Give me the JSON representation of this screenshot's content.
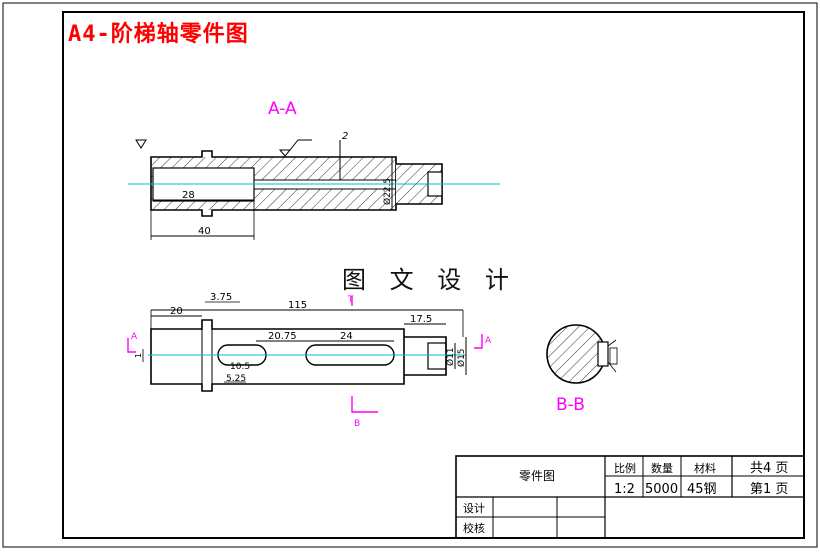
{
  "title": "A4-阶梯轴零件图",
  "watermark": "图 文 设 计",
  "views": {
    "section_aa": "A-A",
    "section_bb": "B-B",
    "cut_a": "A",
    "cut_b": "B"
  },
  "dimensions": {
    "d_28": "28",
    "d_40": "40",
    "d_phi225": "Ø22.5",
    "d_2": "2",
    "d_20": "20",
    "d_375": "3.75",
    "d_115": "115",
    "d_175": "17.5",
    "d_2075": "20.75",
    "d_24": "24",
    "d_105": "10.5",
    "d_525": "5.25",
    "d_phi15": "Ø15",
    "d_phi11": "Ø11",
    "d_1": "1"
  },
  "title_block": {
    "part_name": "零件图",
    "scale_label": "比例",
    "scale_value": "1:2",
    "qty_label": "数量",
    "qty_value": "5000",
    "material_label": "材料",
    "material_value": "45钢",
    "total_pages": "共4 页",
    "page_no": "第1 页",
    "designer": "设计",
    "checker": "校核"
  },
  "colors": {
    "line": "#000000",
    "center": "#00bcd4",
    "cut": "#ff00ff",
    "title": "#ff0000",
    "dim": "#0000ff"
  }
}
